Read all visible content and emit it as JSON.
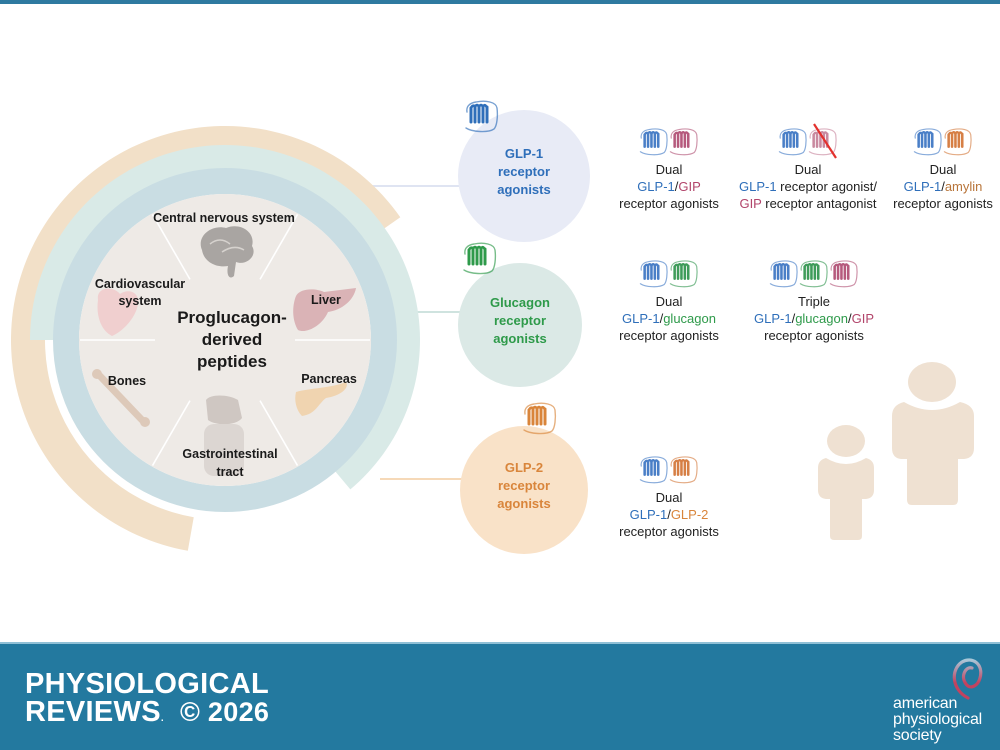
{
  "center": {
    "title_lines": [
      "Proglucagon-",
      "derived",
      "peptides"
    ],
    "organs": [
      {
        "id": "cns",
        "label_lines": [
          "Central nervous system"
        ],
        "icon": "brain-icon"
      },
      {
        "id": "liver",
        "label_lines": [
          "Liver"
        ],
        "icon": "liver-icon"
      },
      {
        "id": "pancreas",
        "label_lines": [
          "Pancreas"
        ],
        "icon": "pancreas-icon"
      },
      {
        "id": "gi",
        "label_lines": [
          "Gastrointestinal",
          "tract"
        ],
        "icon": "gi-tract-icon"
      },
      {
        "id": "bones",
        "label_lines": [
          "Bones"
        ],
        "icon": "bone-icon"
      },
      {
        "id": "cv",
        "label_lines": [
          "Cardiovascular",
          "system"
        ],
        "icon": "heart-icon"
      }
    ]
  },
  "agonist_classes": [
    {
      "id": "glp1",
      "lines": [
        "GLP-1",
        "receptor",
        "agonists"
      ],
      "color": "#2f6fba",
      "bg": "#e8ebf6"
    },
    {
      "id": "glucagon",
      "lines": [
        "Glucagon",
        "receptor",
        "agonists"
      ],
      "color": "#2e9a4a",
      "bg": "#dbe9e6"
    },
    {
      "id": "glp2",
      "lines": [
        "GLP-2",
        "receptor",
        "agonists"
      ],
      "color": "#d9853b",
      "bg": "#f9e2c8"
    }
  ],
  "combos": [
    {
      "id": "dual-glp1-gip",
      "kind": "Dual",
      "line2": [
        {
          "t": "GLP-1",
          "c": "#2f6fba"
        },
        {
          "t": "/",
          "c": "#222222"
        },
        {
          "t": "GIP",
          "c": "#b2456b"
        }
      ],
      "line3": [
        {
          "t": "receptor agonists",
          "c": "#222222"
        }
      ],
      "receptors": [
        "#4a7fc7",
        "#b65a7d"
      ],
      "antagonist": false
    },
    {
      "id": "dual-glp1-agonist-gip-antagonist",
      "kind": "Dual",
      "line2": [
        {
          "t": "GLP-1",
          "c": "#2f6fba"
        },
        {
          "t": " receptor agonist/",
          "c": "#222222"
        }
      ],
      "line3": [
        {
          "t": "GIP",
          "c": "#b2456b"
        },
        {
          "t": " receptor antagonist",
          "c": "#222222"
        }
      ],
      "receptors": [
        "#4a7fc7",
        "#c9899f"
      ],
      "antagonist": true
    },
    {
      "id": "dual-glp1-amylin",
      "kind": "Dual",
      "line2": [
        {
          "t": "GLP-1",
          "c": "#2f6fba"
        },
        {
          "t": "/",
          "c": "#222222"
        },
        {
          "t": "amylin",
          "c": "#b8753a"
        }
      ],
      "line3": [
        {
          "t": "receptor agonists",
          "c": "#222222"
        }
      ],
      "receptors": [
        "#4a7fc7",
        "#d67f45"
      ],
      "antagonist": false
    },
    {
      "id": "dual-glp1-glucagon",
      "kind": "Dual",
      "line2": [
        {
          "t": "GLP-1",
          "c": "#2f6fba"
        },
        {
          "t": "/",
          "c": "#222222"
        },
        {
          "t": "glucagon",
          "c": "#2e9a4a"
        }
      ],
      "line3": [
        {
          "t": "receptor agonists",
          "c": "#222222"
        }
      ],
      "receptors": [
        "#4a7fc7",
        "#3f9c5a"
      ],
      "antagonist": false
    },
    {
      "id": "triple-glp1-glucagon-gip",
      "kind": "Triple",
      "line2": [
        {
          "t": "GLP-1",
          "c": "#2f6fba"
        },
        {
          "t": "/",
          "c": "#222222"
        },
        {
          "t": "glucagon",
          "c": "#2e9a4a"
        },
        {
          "t": "/",
          "c": "#222222"
        },
        {
          "t": "GIP",
          "c": "#b2456b"
        }
      ],
      "line3": [
        {
          "t": "receptor agonists",
          "c": "#222222"
        }
      ],
      "receptors": [
        "#4a7fc7",
        "#3f9c5a",
        "#b65a7d"
      ],
      "antagonist": false
    },
    {
      "id": "dual-glp1-glp2",
      "kind": "Dual",
      "line2": [
        {
          "t": "GLP-1",
          "c": "#2f6fba"
        },
        {
          "t": "/",
          "c": "#222222"
        },
        {
          "t": "GLP-2",
          "c": "#d9853b"
        }
      ],
      "line3": [
        {
          "t": "receptor agonists",
          "c": "#222222"
        }
      ],
      "receptors": [
        "#4a7fc7",
        "#d67f45"
      ],
      "antagonist": false
    }
  ],
  "colors": {
    "teal_ring": "#d9eae7",
    "blue_ring": "#c9dde3",
    "inner_disc": "#eeeae6",
    "peach_ring": "#f2e0c8",
    "people": "#efe1d2",
    "footer": "#23799f"
  },
  "footer": {
    "journal_line1": "PHYSIOLOGICAL",
    "journal_line2": "REVIEWS",
    "copyright": "© 2026",
    "publisher_lines": [
      "american",
      "physiological",
      "society"
    ]
  }
}
